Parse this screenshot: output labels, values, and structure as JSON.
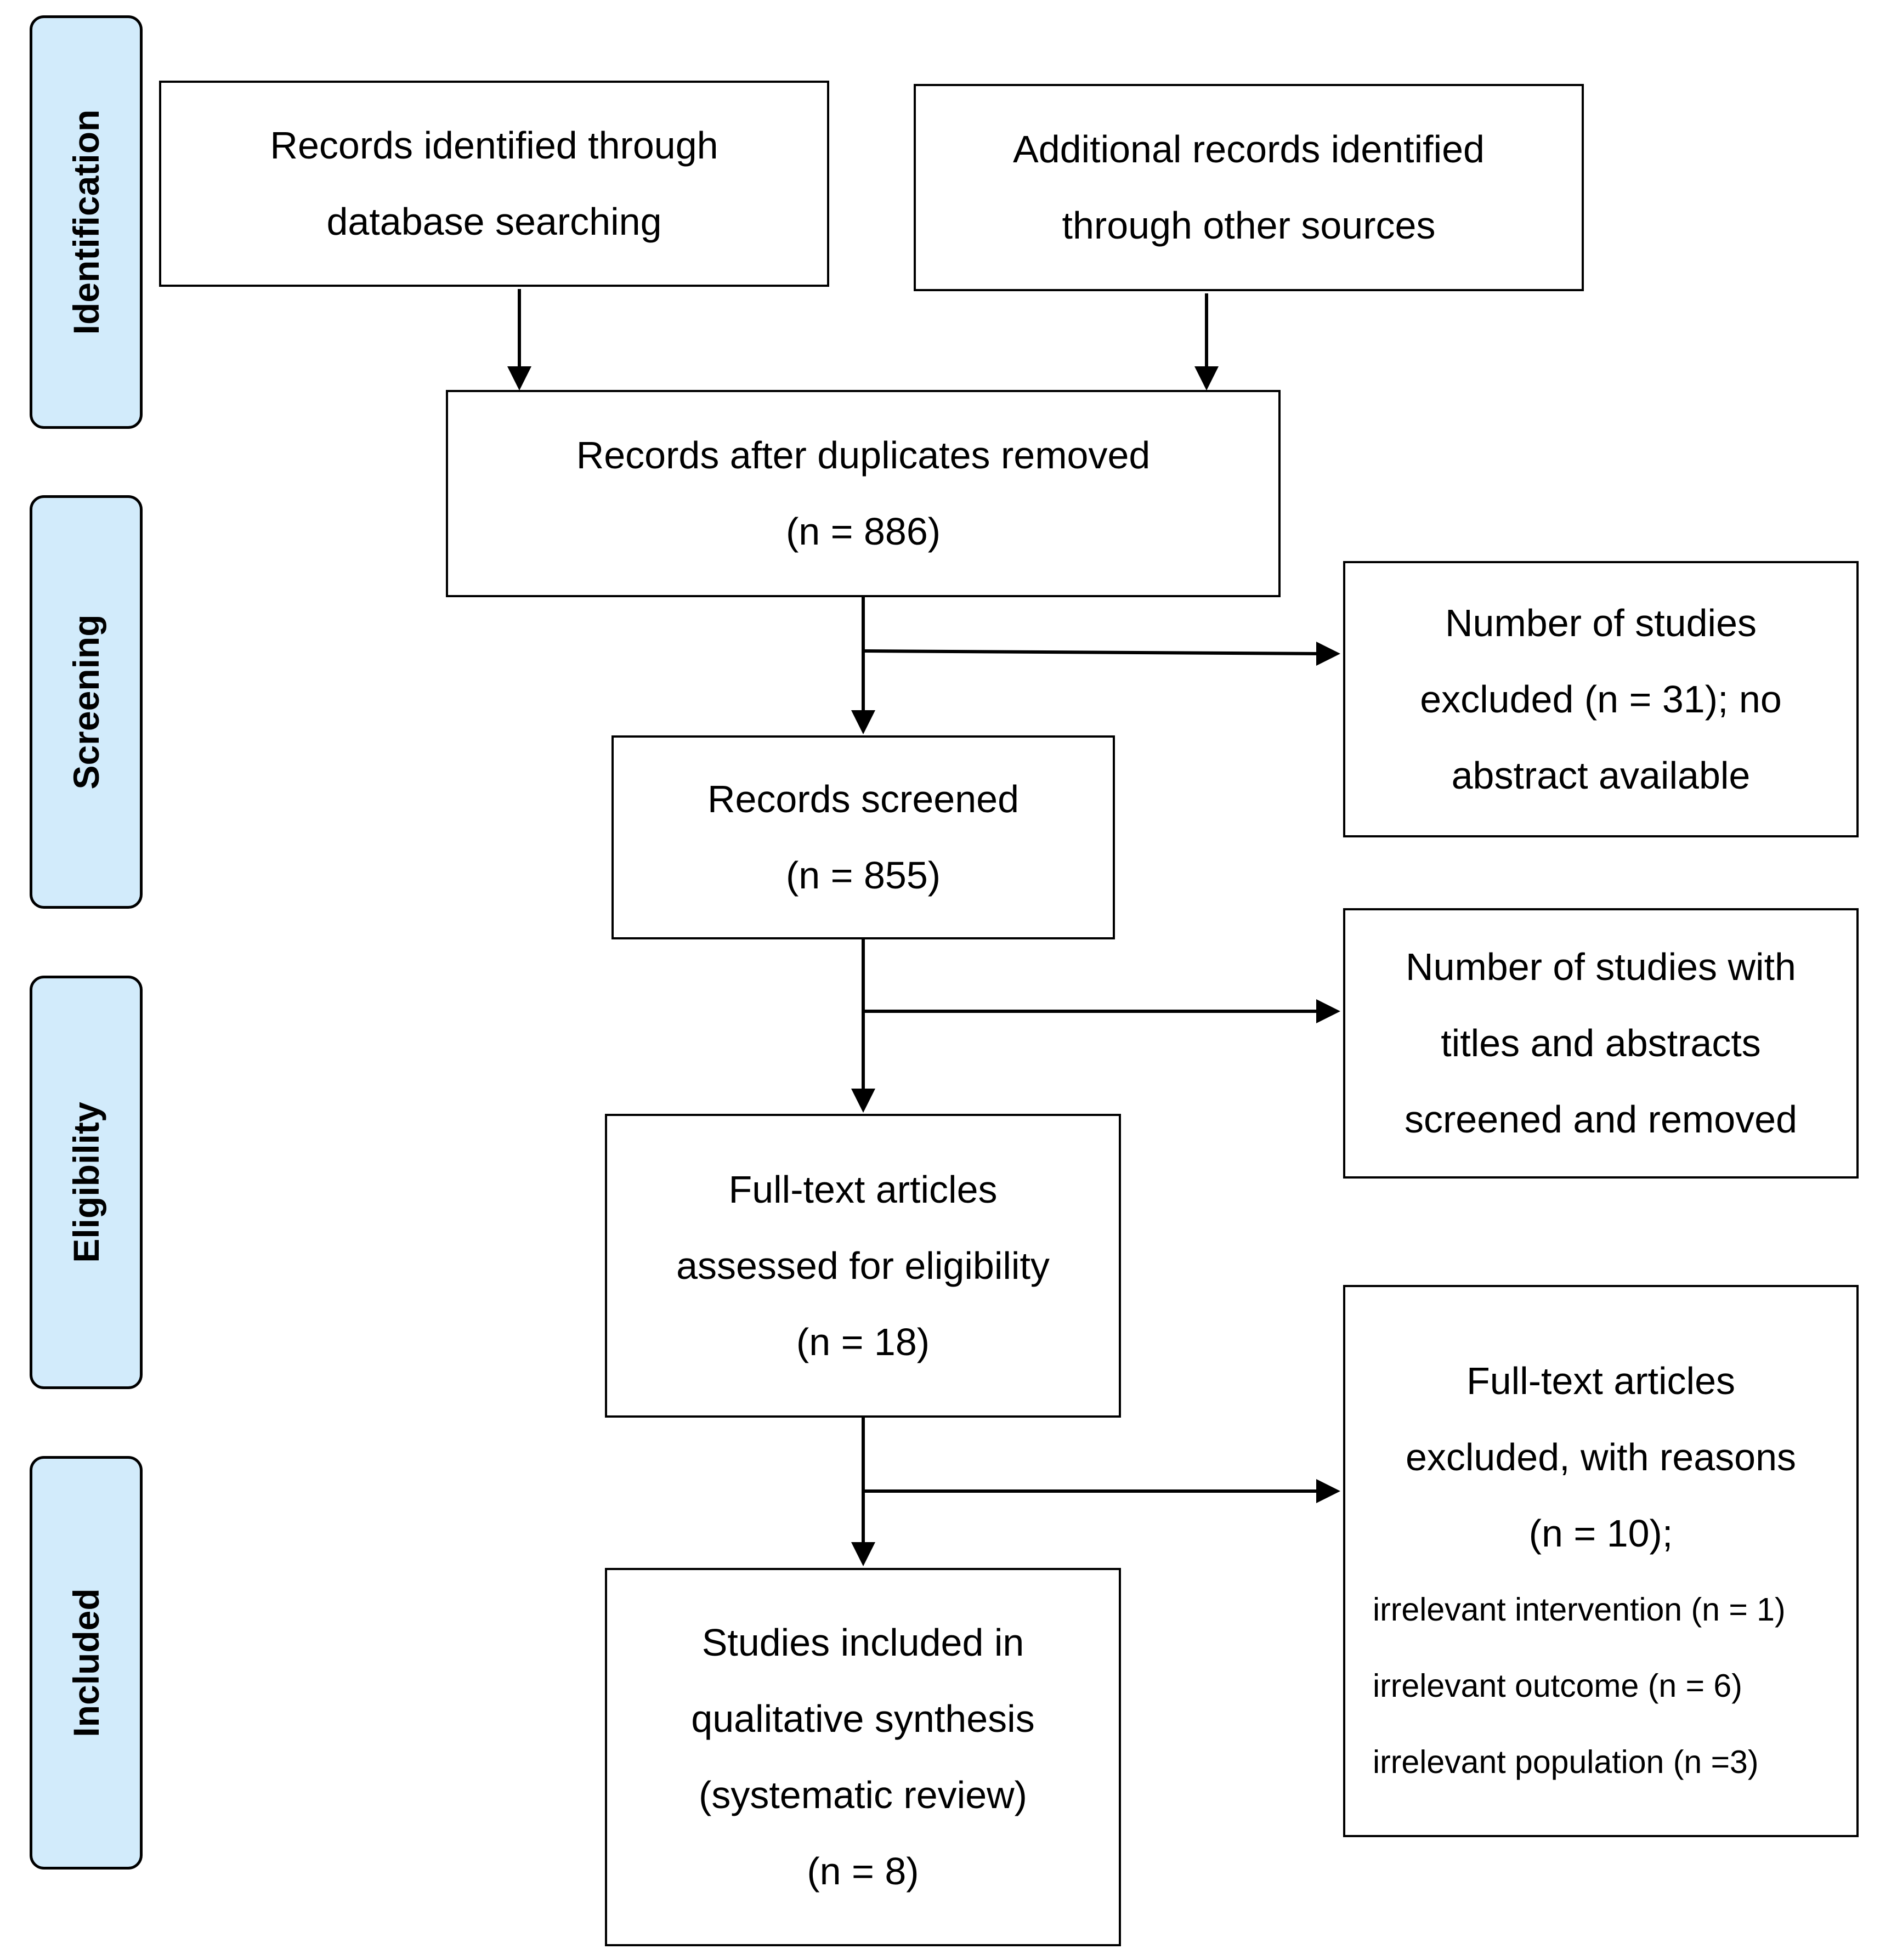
{
  "stages": {
    "identification": "Identification",
    "screening": "Screening",
    "eligibility": "Eligibility",
    "included": "Included"
  },
  "boxes": {
    "database": [
      "Records identified through",
      "database searching"
    ],
    "other_sources": [
      "Additional records identified",
      "through other sources"
    ],
    "after_duplicates": [
      "Records after duplicates removed",
      "(n = 886)"
    ],
    "no_abstract": [
      "Number of studies",
      "excluded (n = 31); no",
      "abstract available"
    ],
    "screened": [
      "Records screened",
      "(n = 855)"
    ],
    "titles_abstracts": [
      "Number of studies with",
      "titles and abstracts",
      "screened and removed"
    ],
    "fulltext_assessed": [
      "Full-text articles",
      "assessed for eligibility",
      "(n = 18)"
    ],
    "fulltext_excluded": {
      "heading": [
        "Full-text articles",
        "excluded, with reasons",
        "(n = 10);"
      ],
      "reasons": [
        "irrelevant intervention (n = 1)",
        "irrelevant outcome (n = 6)",
        "irrelevant population (n =3)"
      ]
    },
    "included": [
      "Studies included in",
      "qualitative synthesis",
      "(systematic review)",
      "(n = 8)"
    ]
  }
}
